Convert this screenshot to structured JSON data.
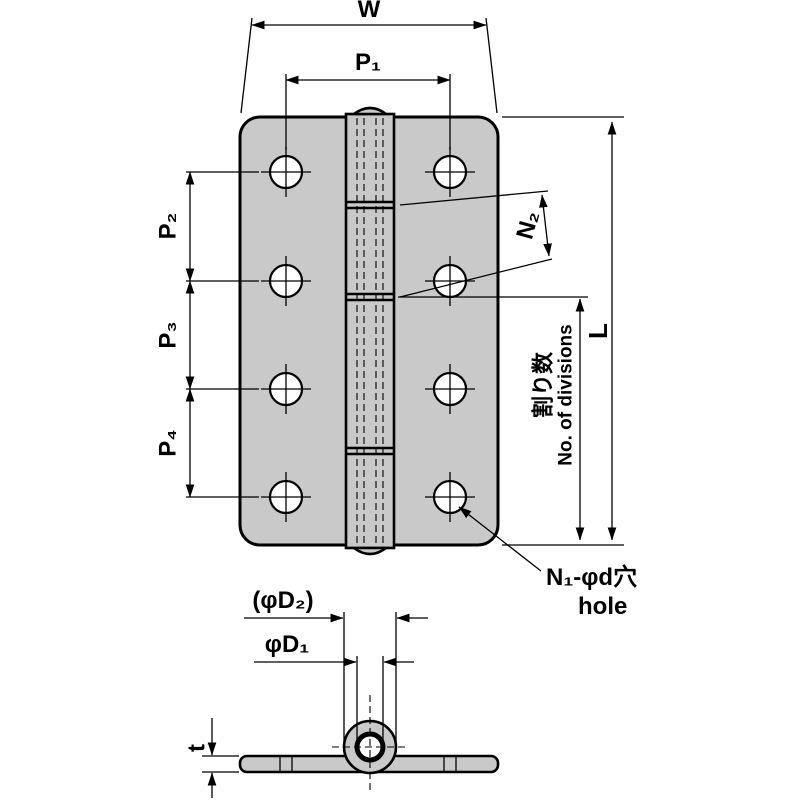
{
  "labels": {
    "w": "W",
    "p1": "P₁",
    "p2": "P₂",
    "p3": "P₃",
    "p4": "P₄",
    "n2": "N₂",
    "l": "L",
    "divisions_ja": "割り数",
    "divisions_en": "No. of divisions",
    "hole_note": "N₁-φd穴",
    "hole_note_en": "hole",
    "d2": "(φD₂)",
    "d1": "φD₁",
    "t": "t"
  },
  "colors": {
    "line": "#000000",
    "plate_fill": "#c9c9c9",
    "background": "#ffffff"
  }
}
